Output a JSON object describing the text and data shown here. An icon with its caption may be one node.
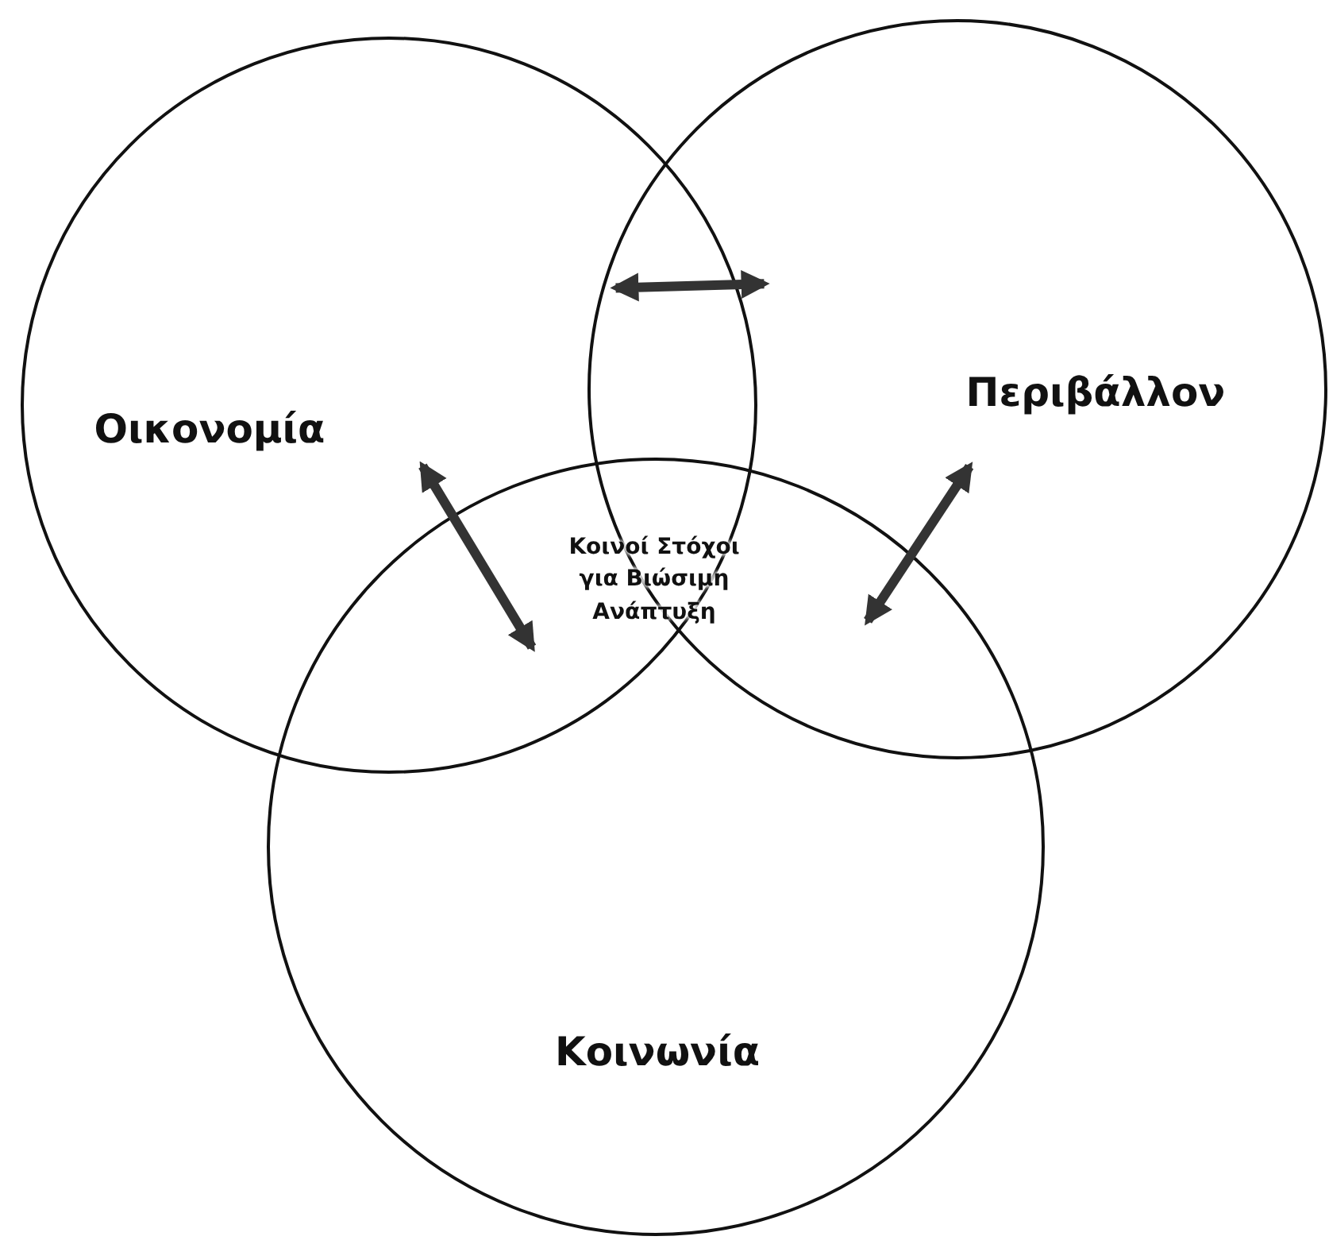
{
  "diagram": {
    "nodes": [
      {
        "text": [
          "Οικονομία"
        ]
      },
      {
        "text": [
          "Περιβάλλον"
        ]
      },
      {
        "text": [
          "Κοινωνία"
        ]
      }
    ],
    "edges": [
      {
        "from": 0,
        "to": 1,
        "arrow": "both"
      },
      {
        "from": 0,
        "to": 2,
        "arrow": "both"
      },
      {
        "from": 1,
        "to": 2,
        "arrow": "both"
      }
    ],
    "labels": [
      "Κοινοί Στόχοι για Βιώσιμη Ανάπτυξη"
    ]
  }
}
